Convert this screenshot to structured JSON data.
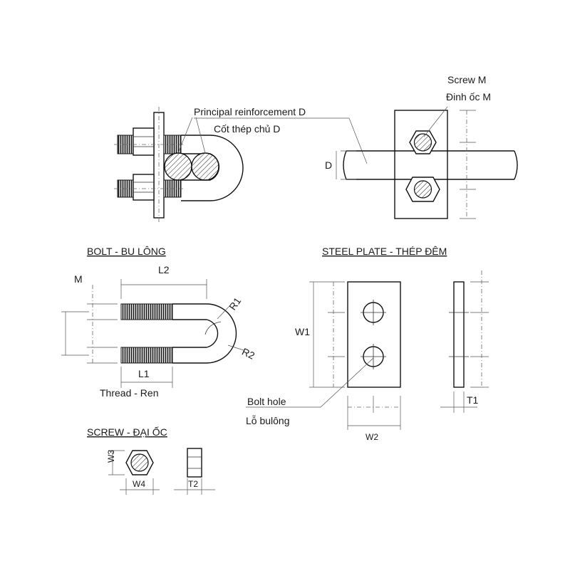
{
  "labels": {
    "principal_reinforcement": "Principal reinforcement D",
    "cot_thep_chu": "Cốt thép chủ D",
    "screw_m": "Screw M",
    "dinh_oc_m": "Đinh ốc M",
    "d": "D",
    "bolt_title": "BOLT - BU LÔNG",
    "steel_plate_title": "STEEL PLATE - THÉP ĐÊM",
    "screw_title": "SCREW - ĐẠI ỐC",
    "m": "M",
    "l2": "L2",
    "l1": "L1",
    "r1": "R1",
    "r2": "R2",
    "thread": "Thread - Ren",
    "w1": "W1",
    "w2": "W2",
    "t1": "T1",
    "bolt_hole": "Bolt hole",
    "lo_bulong": "Lỗ bulông",
    "w3": "W3",
    "w4": "W4",
    "t2": "T2"
  }
}
